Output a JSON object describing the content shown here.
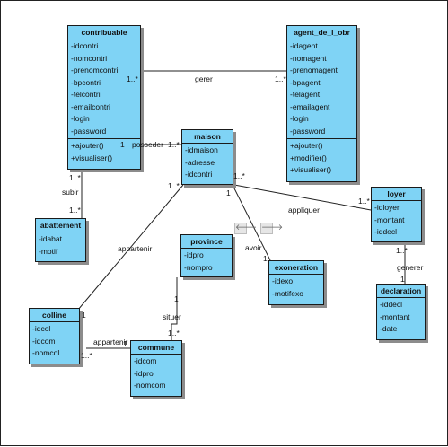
{
  "classes": {
    "contribuable": {
      "name": "contribuable",
      "attrs": [
        "-idcontri",
        "-nomcontri",
        "-prenomcontri",
        "-bpcontri",
        "-telcontri",
        "-emailcontri",
        "-login",
        "-password"
      ],
      "ops": [
        "+ajouter()",
        "+visualiser()"
      ]
    },
    "agent": {
      "name": "agent_de_l_obr",
      "attrs": [
        "-idagent",
        "-nomagent",
        "-prenomagent",
        "-bpagent",
        "-telagent",
        "-emailagent",
        "-login",
        "-password"
      ],
      "ops": [
        "+ajouter()",
        "+modifier()",
        "+visualiser()"
      ]
    },
    "maison": {
      "name": "maison",
      "attrs": [
        "-idmaison",
        "-adresse",
        "-idcontri"
      ]
    },
    "loyer": {
      "name": "loyer",
      "attrs": [
        "-idloyer",
        "-montant",
        "-iddecl"
      ]
    },
    "abattement": {
      "name": "abattement",
      "attrs": [
        "-idabat",
        "-motif"
      ]
    },
    "province": {
      "name": "province",
      "attrs": [
        "-idpro",
        "-nompro"
      ]
    },
    "exoneration": {
      "name": "exoneration",
      "attrs": [
        "-idexo",
        "-motifexo"
      ]
    },
    "declaration": {
      "name": "declaration",
      "attrs": [
        "-iddecl",
        "-montant",
        "-date"
      ]
    },
    "colline": {
      "name": "colline",
      "attrs": [
        "-idcol",
        "-idcom",
        "-nomcol"
      ]
    },
    "commune": {
      "name": "commune",
      "attrs": [
        "-idcom",
        "-idpro",
        "-nomcom"
      ]
    }
  },
  "associations": {
    "gerer": "gerer",
    "posseder": "posseder",
    "subir": "subir",
    "appliquer": "appliquer",
    "appartenir1": "appartenir",
    "avoir": "avoir",
    "generer": "generer",
    "situer": "situer",
    "appartenir2": "appartenir"
  },
  "multiplicities": {
    "gerer_left": "1..*",
    "gerer_right": "1..*",
    "posseder_left": "1",
    "posseder_right": "1..*",
    "subir_top": "1..*",
    "subir_bottom": "1..*",
    "maison_appliquer": "1..*",
    "loyer_appliquer": "1..*",
    "maison_avoir": "1",
    "exo_avoir": "1",
    "maison_appartenir": "1..*",
    "colline_appartenir": "1",
    "loyer_generer": "1..*",
    "decl_generer": "1",
    "province_situer": "1",
    "commune_situer": "1..*",
    "colline_commune": "1..*",
    "commune_colline": "1"
  },
  "nav": {
    "back": "🡐",
    "forward": "🡒"
  }
}
